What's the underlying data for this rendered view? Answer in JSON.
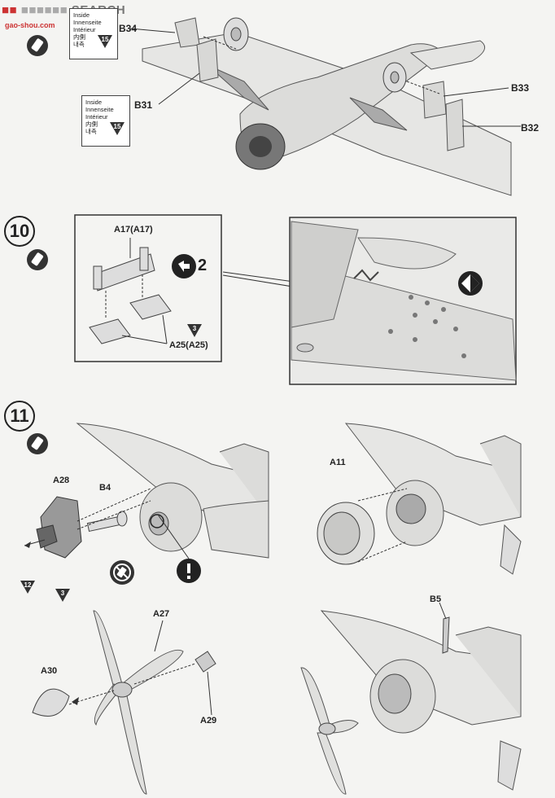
{
  "watermark": {
    "text": "SEARCH",
    "sub_text": "gao-shou.com"
  },
  "step9": {
    "parts": {
      "b34": "B34",
      "b31": "B31",
      "b33": "B33",
      "b32": "B32"
    },
    "note_top": {
      "line1": "Inside",
      "line2": "Innenseite",
      "line3": "Intérieur",
      "line4": "内側",
      "line5": "내측",
      "tri": "15"
    },
    "note_bottom": {
      "line1": "Inside",
      "line2": "Innenseite",
      "line3": "Intérieur",
      "line4": "内側",
      "line5": "내측",
      "tri": "15"
    }
  },
  "step10": {
    "number": "10",
    "parts": {
      "a17": "A17(A17)",
      "a25": "A25(A25)"
    },
    "quantity": "2",
    "tri": "3"
  },
  "step11": {
    "number": "11",
    "parts": {
      "a28": "A28",
      "b4": "B4",
      "a11": "A11",
      "b5": "B5",
      "a27": "A27",
      "a30": "A30",
      "a29": "A29"
    },
    "tri_left": "12",
    "tri_right": "3"
  }
}
